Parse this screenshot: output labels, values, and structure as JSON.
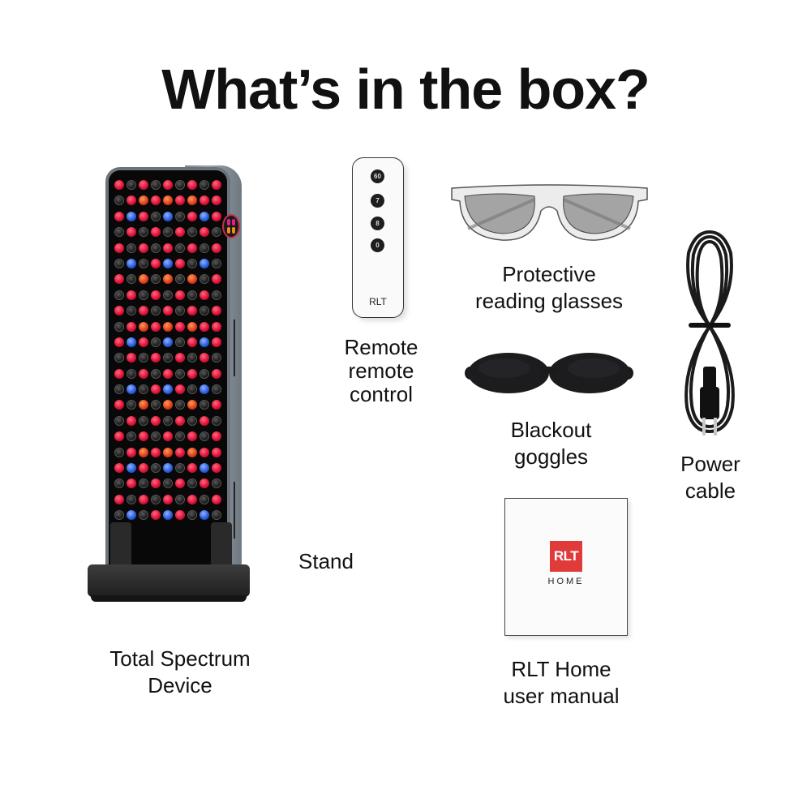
{
  "header": {
    "title": "What’s in the box?"
  },
  "colors": {
    "accent_red": "#e03a3a",
    "text": "#111111",
    "background": "#ffffff"
  },
  "items": {
    "device": {
      "label_line1": "Total Spectrum",
      "label_line2": "Device",
      "icon": "led-panel-icon"
    },
    "stand": {
      "label": "Stand",
      "icon": "stand-icon"
    },
    "remote": {
      "label_line1": "Remote",
      "label_line2": "remote",
      "label_line3": "control",
      "buttons": [
        "60",
        "7",
        "8",
        "0"
      ],
      "brand": "RLT",
      "icon": "remote-control-icon"
    },
    "glasses": {
      "label_line1": "Protective",
      "label_line2": "reading glasses",
      "icon": "glasses-icon"
    },
    "goggles": {
      "label_line1": "Blackout",
      "label_line2": "goggles",
      "icon": "goggles-icon"
    },
    "cable": {
      "label_line1": "Power",
      "label_line2": "cable",
      "icon": "power-cable-icon"
    },
    "manual": {
      "label_line1": "RLT Home",
      "label_line2": "user manual",
      "logo_text": "RLT",
      "logo_subtext": "HOME",
      "icon": "manual-icon"
    }
  },
  "led_grid": {
    "columns": 9,
    "rows": [
      "rkrkrkrkr",
      "krorororr",
      "rbrkbkrbr",
      "krkrkrkrk",
      "rkrkrkrkr",
      "kbkrbrkbk",
      "rkokokokr",
      "krkrkrkrk",
      "rkrkrkrkr",
      "krorororr",
      "rbrkbkrbr",
      "krkrkrkrk",
      "rkrkrkrkr",
      "kbkrbrkbk",
      "rkokokokr",
      "krkrkrkrk",
      "rkrkrkrkr",
      "krorororr",
      "rbrkbkrbr",
      "krkrkrkrk",
      "rkrkrkrkr",
      "kbkrbrkbk"
    ]
  }
}
